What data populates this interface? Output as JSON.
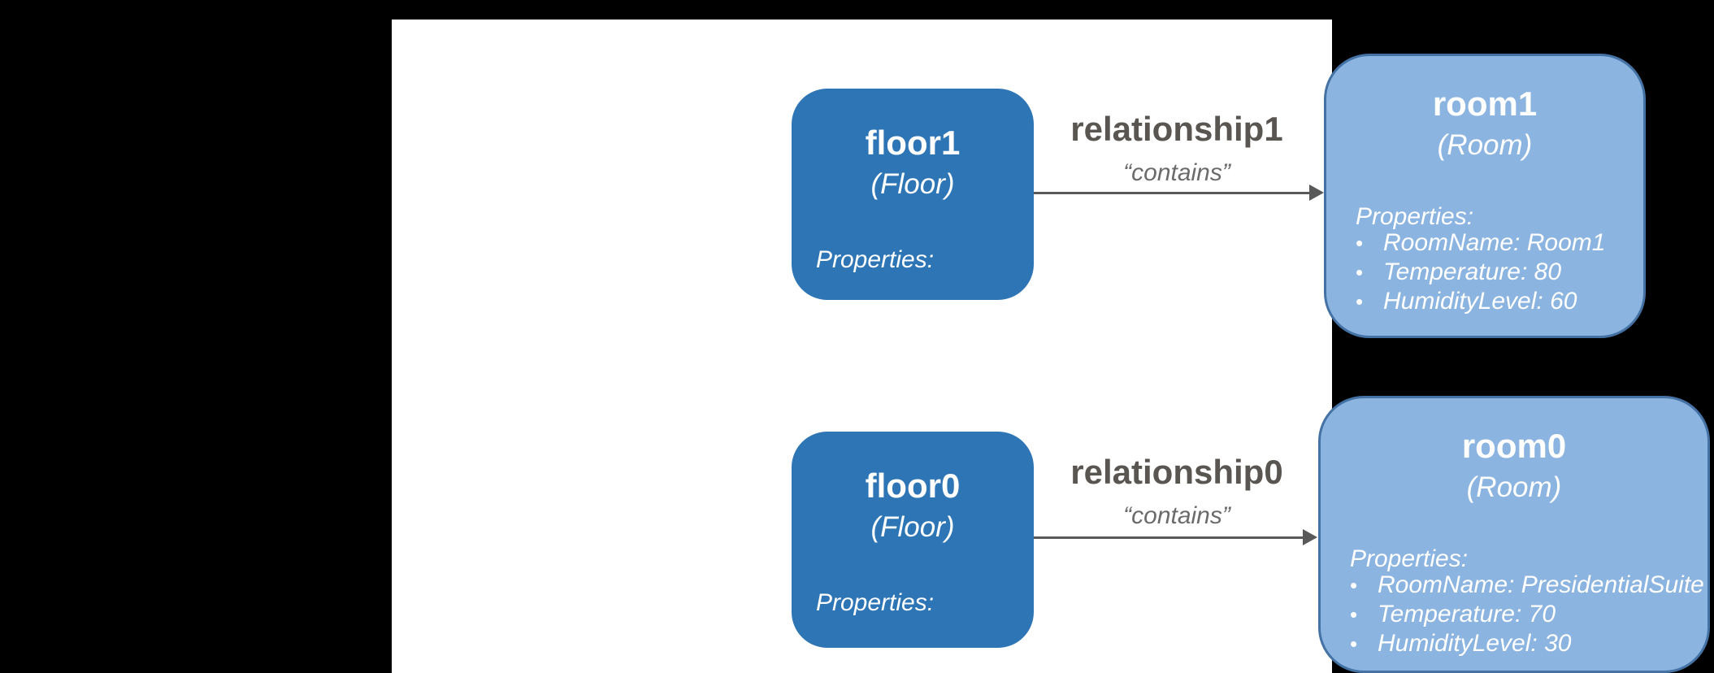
{
  "colors": {
    "background": "#000000",
    "panel": "#ffffff",
    "floor_fill": "#2E75B6",
    "room_fill": "#8BB4E0",
    "room_border": "#4472A4",
    "node_text": "#ffffff",
    "relationship_label": "#595551",
    "relationship_kind": "#6B6B6B",
    "arrow": "#595959"
  },
  "rows": [
    {
      "floor": {
        "name": "floor1",
        "type": "(Floor)",
        "properties_label": "Properties:"
      },
      "relationship": {
        "name": "relationship1",
        "kind": "“contains”"
      },
      "room": {
        "name": "room1",
        "type": "(Room)",
        "properties_label": "Properties:",
        "bullet": "•",
        "properties": [
          "RoomName: Room1",
          "Temperature: 80",
          "HumidityLevel: 60"
        ]
      }
    },
    {
      "floor": {
        "name": "floor0",
        "type": "(Floor)",
        "properties_label": "Properties:"
      },
      "relationship": {
        "name": "relationship0",
        "kind": "“contains”"
      },
      "room": {
        "name": "room0",
        "type": "(Room)",
        "properties_label": "Properties:",
        "bullet": "•",
        "properties": [
          "RoomName: PresidentialSuite",
          "Temperature: 70",
          "HumidityLevel: 30"
        ]
      }
    }
  ]
}
